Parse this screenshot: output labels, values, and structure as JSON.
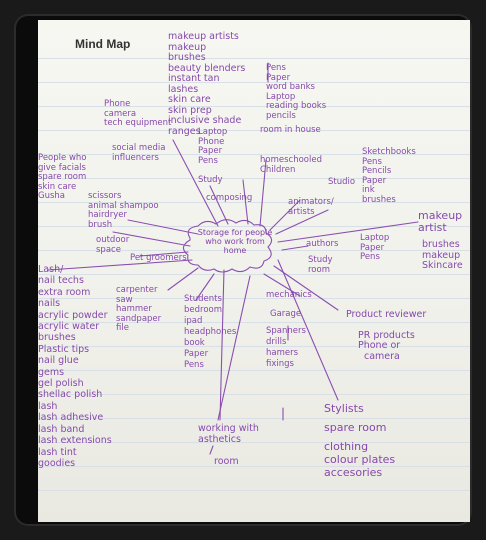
{
  "title": "Mind Map",
  "center": [
    "Storage for people",
    "who work from",
    "home"
  ],
  "nodes": {
    "makeup_artists": [
      "makeup artists",
      "makeup",
      "brushes",
      "beauty blenders",
      "instant tan",
      "lashes",
      "skin care",
      "skin prep",
      "inclusive shade",
      "ranges"
    ],
    "writers": [
      "Pens",
      "Paper",
      "word banks",
      "Laptop",
      "reading books",
      "pencils"
    ],
    "room_in_house": [
      "room in house"
    ],
    "phone": [
      "Phone",
      "camera",
      "tech equipment"
    ],
    "social_media": [
      "social media",
      "influencers"
    ],
    "laptop_phone": [
      "Laptop",
      "Phone",
      "Paper",
      "Pens"
    ],
    "homeschooled": [
      "homeschooled",
      "Children"
    ],
    "sketchbooks": [
      "Sketchbooks",
      "Pens",
      "Pencils",
      "Paper",
      "ink",
      "brushes"
    ],
    "study": [
      "Study"
    ],
    "studio": [
      "Studio"
    ],
    "composing": [
      "composing"
    ],
    "animators": [
      "animators/",
      "artists"
    ],
    "facials": [
      "People who",
      "give facials",
      "spare room",
      "skin care",
      "Gusha"
    ],
    "scissors": [
      "scissors",
      "animal shampoo",
      "hairdryer",
      "brush"
    ],
    "outdoor": [
      "outdoor",
      "space"
    ],
    "pet_groomers": [
      "Pet groomers"
    ],
    "authors": [
      "authors"
    ],
    "study_room": [
      "Study",
      "room"
    ],
    "laptop_paper": [
      "Laptop",
      "Paper",
      "Pens"
    ],
    "makeup_artist_right": [
      "makeup",
      "artist"
    ],
    "brushes_right": [
      "brushes",
      "makeup",
      "Skincare"
    ],
    "lash_nails": [
      "Lash/",
      "nail techs",
      "extra room",
      "nails",
      "acrylic powder",
      "acrylic water",
      "brushes",
      "Plastic tips",
      "nail glue",
      "gems",
      "gel polish",
      "shellac polish",
      "lash",
      "lash adhesive",
      "lash band",
      "lash extensions",
      "lash tint",
      "goodies"
    ],
    "carpenter": [
      "carpenter",
      "saw",
      "hammer",
      "sandpaper",
      "file"
    ],
    "students": [
      "Students",
      "bedroom",
      "ipad",
      "headphones",
      "book",
      "Paper",
      "Pens"
    ],
    "mechanics": [
      "mechanics",
      "Garage",
      "Spanners",
      "drills",
      "hamers",
      "fixings"
    ],
    "product_reviewer": [
      "Product reviewer",
      "PR products",
      "Phone or",
      "camera"
    ],
    "stylists": [
      "Stylists",
      "spare room",
      "clothing",
      "colour plates",
      "accesories"
    ],
    "aesthetics": [
      "working with",
      "asthetics",
      "room"
    ]
  }
}
